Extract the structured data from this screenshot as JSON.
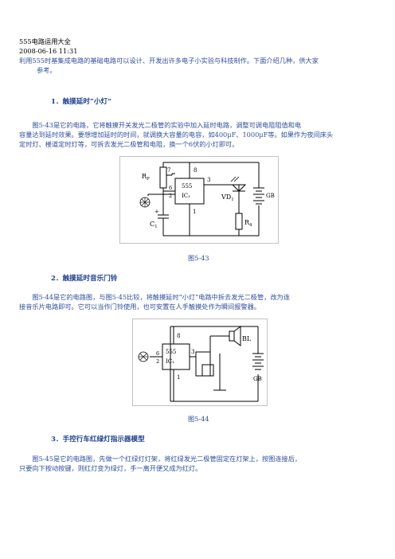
{
  "doc": {
    "title": "555电路运用大全",
    "datetime": "2008-06-16 11:31",
    "intro_line1": "利用555时基集成电路的基础电路可以设计、开发出许多电子小实验与科技制作。下面介绍几种，供大家",
    "intro_line2": "参考。"
  },
  "sections": [
    {
      "heading": "1．触摸延时“小灯”",
      "lines": [
        "　　图5-43是它的电路，它将触摸开关发光二极管的实验中加入延时电路，调整可调电阻阻值和电",
        "容量达到延时效果。要想增加延时的时间，就调换大容量的电容，如400μF、1000μF等。如果作为夜间床头",
        "定时灯、楼道定时灯等，可拆去发光二极管和电阻，换一个6伏的小灯即可。"
      ],
      "figure_caption": "图5-43",
      "circuit": {
        "chip": "555",
        "ic": "IC₁",
        "pins": [
          "8",
          "7",
          "6",
          "2",
          "3",
          "1"
        ],
        "rp": "R",
        "rp_sub": "P",
        "c1": "C",
        "c1_sub": "1",
        "vd": "VD",
        "vd_sub": "1",
        "r4": "R",
        "r4_sub": "4",
        "cb": "GB",
        "plus": "+"
      }
    },
    {
      "heading": "2．触摸延时音乐门铃",
      "lines": [
        "　　图5-44是它的电路图，与图5-45比较，将触摸延时“小灯”电路中拆去发光二极管，改为连",
        "接音乐片电路即可。它可以当作门铃使用，也可安置在人手触摸处作为瞬间报警器。"
      ],
      "figure_caption": "图5-44",
      "circuit": {
        "chip": "555",
        "ic": "IC₁",
        "pins": [
          "8",
          "6",
          "2",
          "3",
          "1"
        ],
        "bl": "BL",
        "cb": "GB"
      }
    },
    {
      "heading": "3．手控行车红绿灯指示器模型",
      "lines": [
        "　　图5-45是它的电路图，先做一个红绿灯灯架，将红绿发光二极管固定在灯架上，按图连接后，",
        "只要向下按动按键，则红灯变为绿灯，手一离开便又成为红灯。"
      ]
    }
  ]
}
